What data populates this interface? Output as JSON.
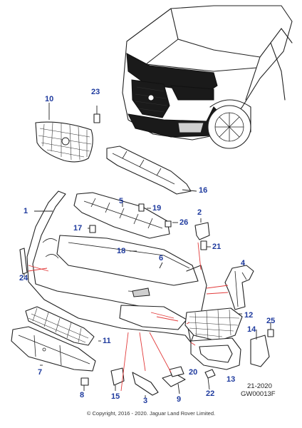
{
  "callouts": [
    "1",
    "2",
    "3",
    "4",
    "5",
    "6",
    "7",
    "8",
    "9",
    "10",
    "11",
    "12",
    "13",
    "14",
    "15",
    "16",
    "17",
    "18",
    "19",
    "20",
    "21",
    "22",
    "23",
    "24",
    "25",
    "26"
  ],
  "reference": {
    "date": "21-2020",
    "code": "GW00013F"
  },
  "copyright": "© Copyright, 2016 - 2020. Jaguar Land Rover Limited.",
  "colors": {
    "callout": "#1e3a9e",
    "leader_highlight": "#e23a3a",
    "line": "#222222"
  }
}
